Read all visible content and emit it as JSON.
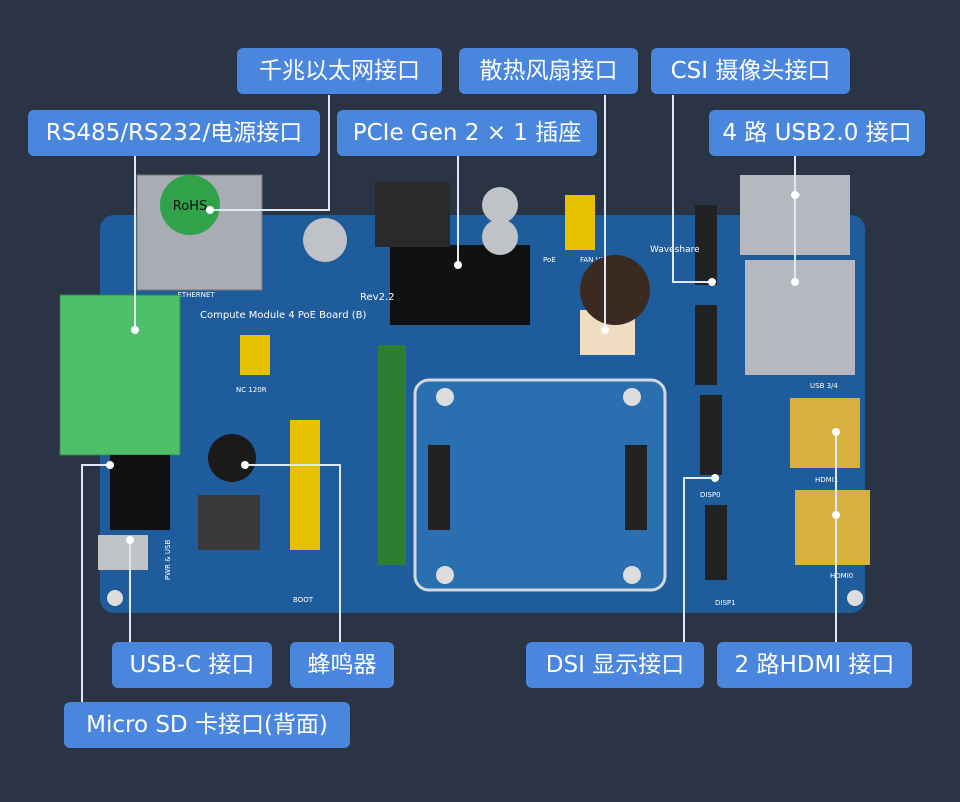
{
  "colors": {
    "background": "#2a3444",
    "label": "#4a86de",
    "pcb": "#1f5c9c",
    "line": "#dfe8f5"
  },
  "labels": {
    "ethernet": "千兆以太网接口",
    "fan": "散热风扇接口",
    "csi": "CSI 摄像头接口",
    "rs485": "RS485/RS232/电源接口",
    "pcie": "PCIe Gen 2 × 1 插座",
    "usb2": "4 路 USB2.0 接口",
    "usbc": "USB-C 接口",
    "buzzer": "蜂鸣器",
    "dsi": "DSI 显示接口",
    "hdmi": "2 路HDMI 接口",
    "microsd": "Micro SD 卡接口(背面)"
  },
  "board": {
    "name": "Compute Module 4 PoE Board (B)",
    "rev": "Rev2.2",
    "ethernet_mark": "ETHERNET",
    "rohs": "RoHS",
    "brand": "Waveshare",
    "silk": {
      "usb34": "USB 3/4",
      "hdmi1": "HDMI1",
      "hdmi0": "HDMI0",
      "disp1": "DISP1",
      "disp0": "DISP0",
      "boot": "BOOT",
      "poe": "PoE",
      "fan": "FAN VDD",
      "nc120r": "NC 120R",
      "pwr_usb": "PWR & USB"
    }
  }
}
